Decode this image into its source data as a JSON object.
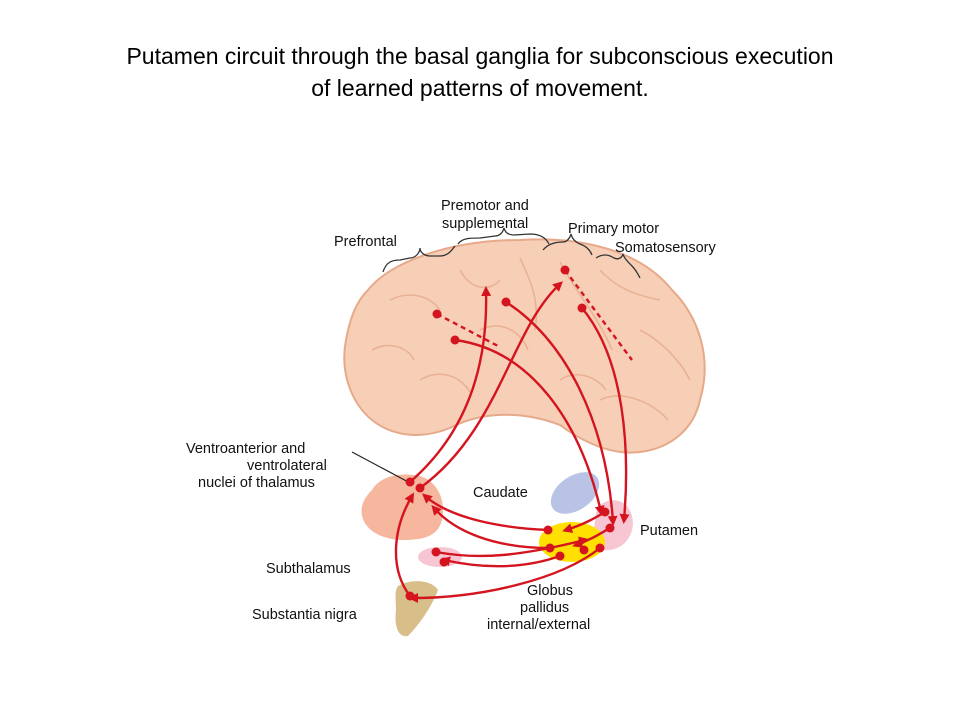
{
  "title": {
    "line1": "Putamen circuit through the basal ganglia for subconscious execution",
    "line2": "of learned patterns of movement."
  },
  "labels": {
    "prefrontal": "Prefrontal",
    "premotor_line1": "Premotor and",
    "premotor_line2": "supplemental",
    "primary_motor": "Primary motor",
    "somatosensory": "Somatosensory",
    "thalamus_line1": "Ventroanterior and",
    "thalamus_line2": "ventrolateral",
    "thalamus_line3": "nuclei of thalamus",
    "caudate": "Caudate",
    "putamen": "Putamen",
    "subthalamus": "Subthalamus",
    "substantia_nigra": "Substantia nigra",
    "globus_line1": "Globus",
    "globus_line2": "pallidus",
    "globus_line3": "internal/external"
  },
  "colors": {
    "brain": "#f7cfb6",
    "brain_outline": "#e6a98a",
    "pathway": "#d4141e",
    "thalamus": "#f6b79e",
    "caudate": "#b9c3e6",
    "putamen": "#f7c6d2",
    "globus": "#ffe000",
    "subthalamus": "#f7c6d2",
    "substantia": "#d8bf8a"
  }
}
